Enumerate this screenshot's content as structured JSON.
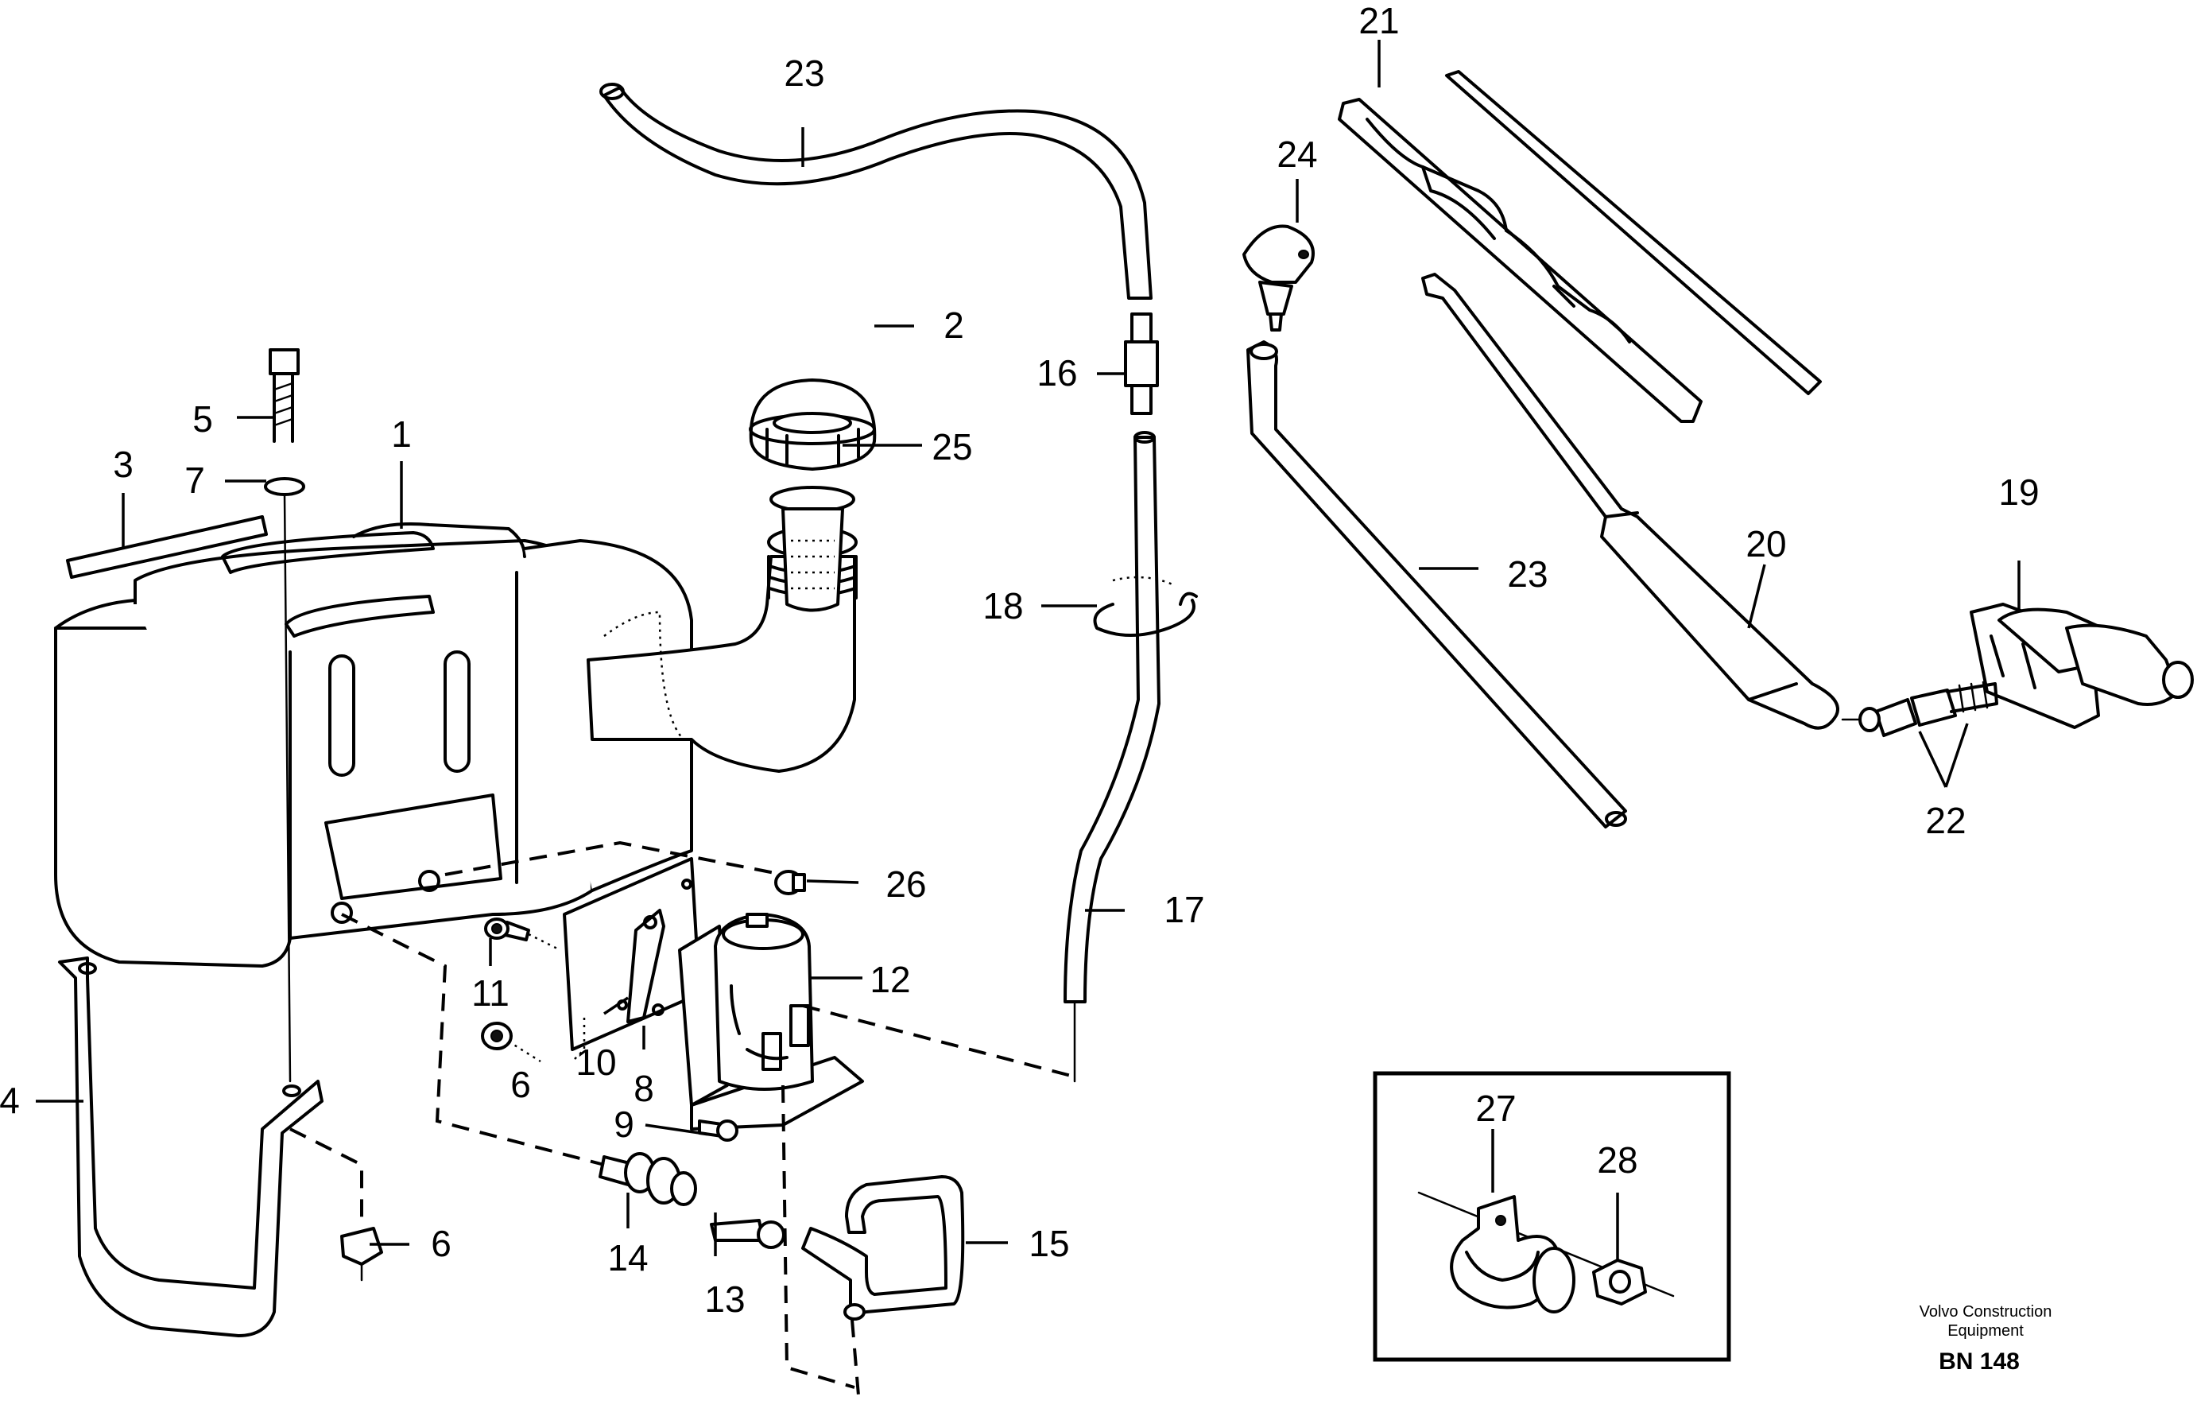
{
  "callouts": {
    "c1": "1",
    "c2": "2",
    "c3": "3",
    "c4": "4",
    "c5": "5",
    "c6a": "6",
    "c6b": "6",
    "c7": "7",
    "c8": "8",
    "c9": "9",
    "c10": "10",
    "c11": "11",
    "c12": "12",
    "c13": "13",
    "c14": "14",
    "c15": "15",
    "c16": "16",
    "c17": "17",
    "c18": "18",
    "c19": "19",
    "c20": "20",
    "c21": "21",
    "c22": "22",
    "c23a": "23",
    "c23b": "23",
    "c24": "24",
    "c25": "25",
    "c26": "26",
    "c27": "27",
    "c28": "28"
  },
  "brand": {
    "line1": "Volvo Construction",
    "line2": "Equipment",
    "code": "BN 148"
  }
}
